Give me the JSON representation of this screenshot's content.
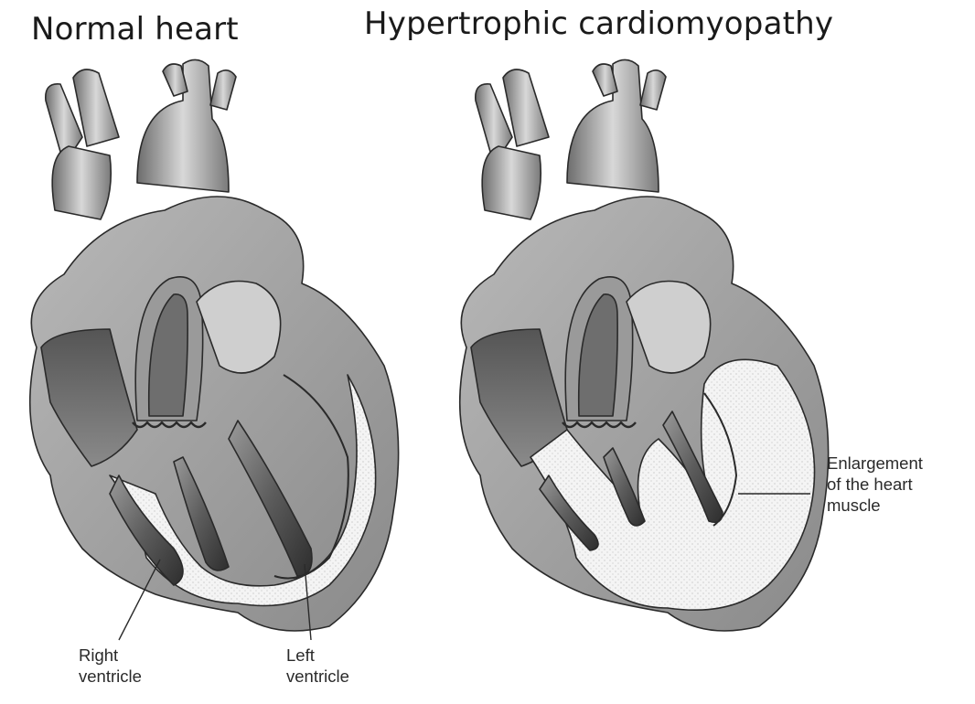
{
  "titles": {
    "normal": "Normal heart",
    "hcm": "Hypertrophic cardiomyopathy"
  },
  "labels": {
    "right_ventricle": [
      "Right",
      "ventricle"
    ],
    "left_ventricle": [
      "Left",
      "ventricle"
    ],
    "enlargement": [
      "Enlargement",
      "of the heart",
      "muscle"
    ]
  },
  "colors": {
    "background": "#ffffff",
    "ink": "#1a1a1a",
    "shade_dark": "#5a5a5a",
    "shade_mid": "#8f8f8f",
    "shade_light": "#c9c9c9",
    "wall": "#f3f3f3"
  }
}
